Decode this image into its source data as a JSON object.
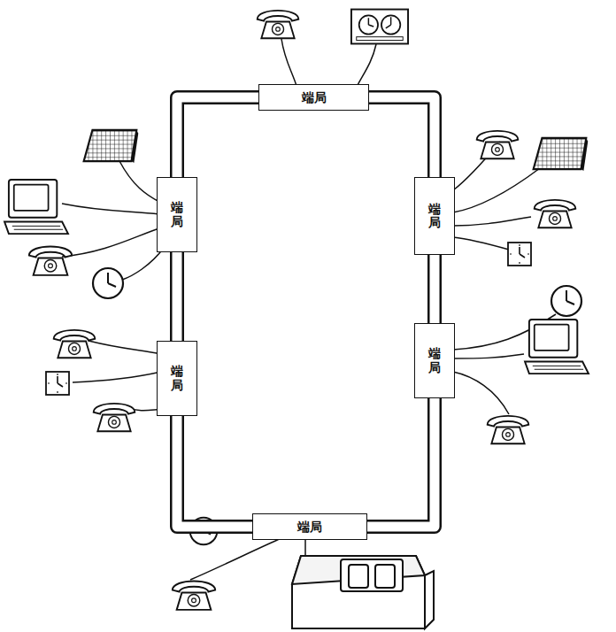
{
  "diagram": {
    "nodes": [
      {
        "text": [
          "端局"
        ]
      },
      {
        "text": [
          "端局"
        ]
      },
      {
        "text": [
          "端局"
        ]
      },
      {
        "text": [
          "端局"
        ]
      },
      {
        "text": [
          "端局"
        ]
      },
      {
        "text": [
          "端局"
        ]
      }
    ],
    "edges": [
      {
        "from": 0,
        "to": 2,
        "arrow": "none"
      },
      {
        "from": 2,
        "to": 4,
        "arrow": "none"
      },
      {
        "from": 4,
        "to": 5,
        "arrow": "none"
      },
      {
        "from": 5,
        "to": 3,
        "arrow": "none"
      },
      {
        "from": 3,
        "to": 1,
        "arrow": "none"
      },
      {
        "from": 1,
        "to": 0,
        "arrow": "none"
      }
    ]
  }
}
